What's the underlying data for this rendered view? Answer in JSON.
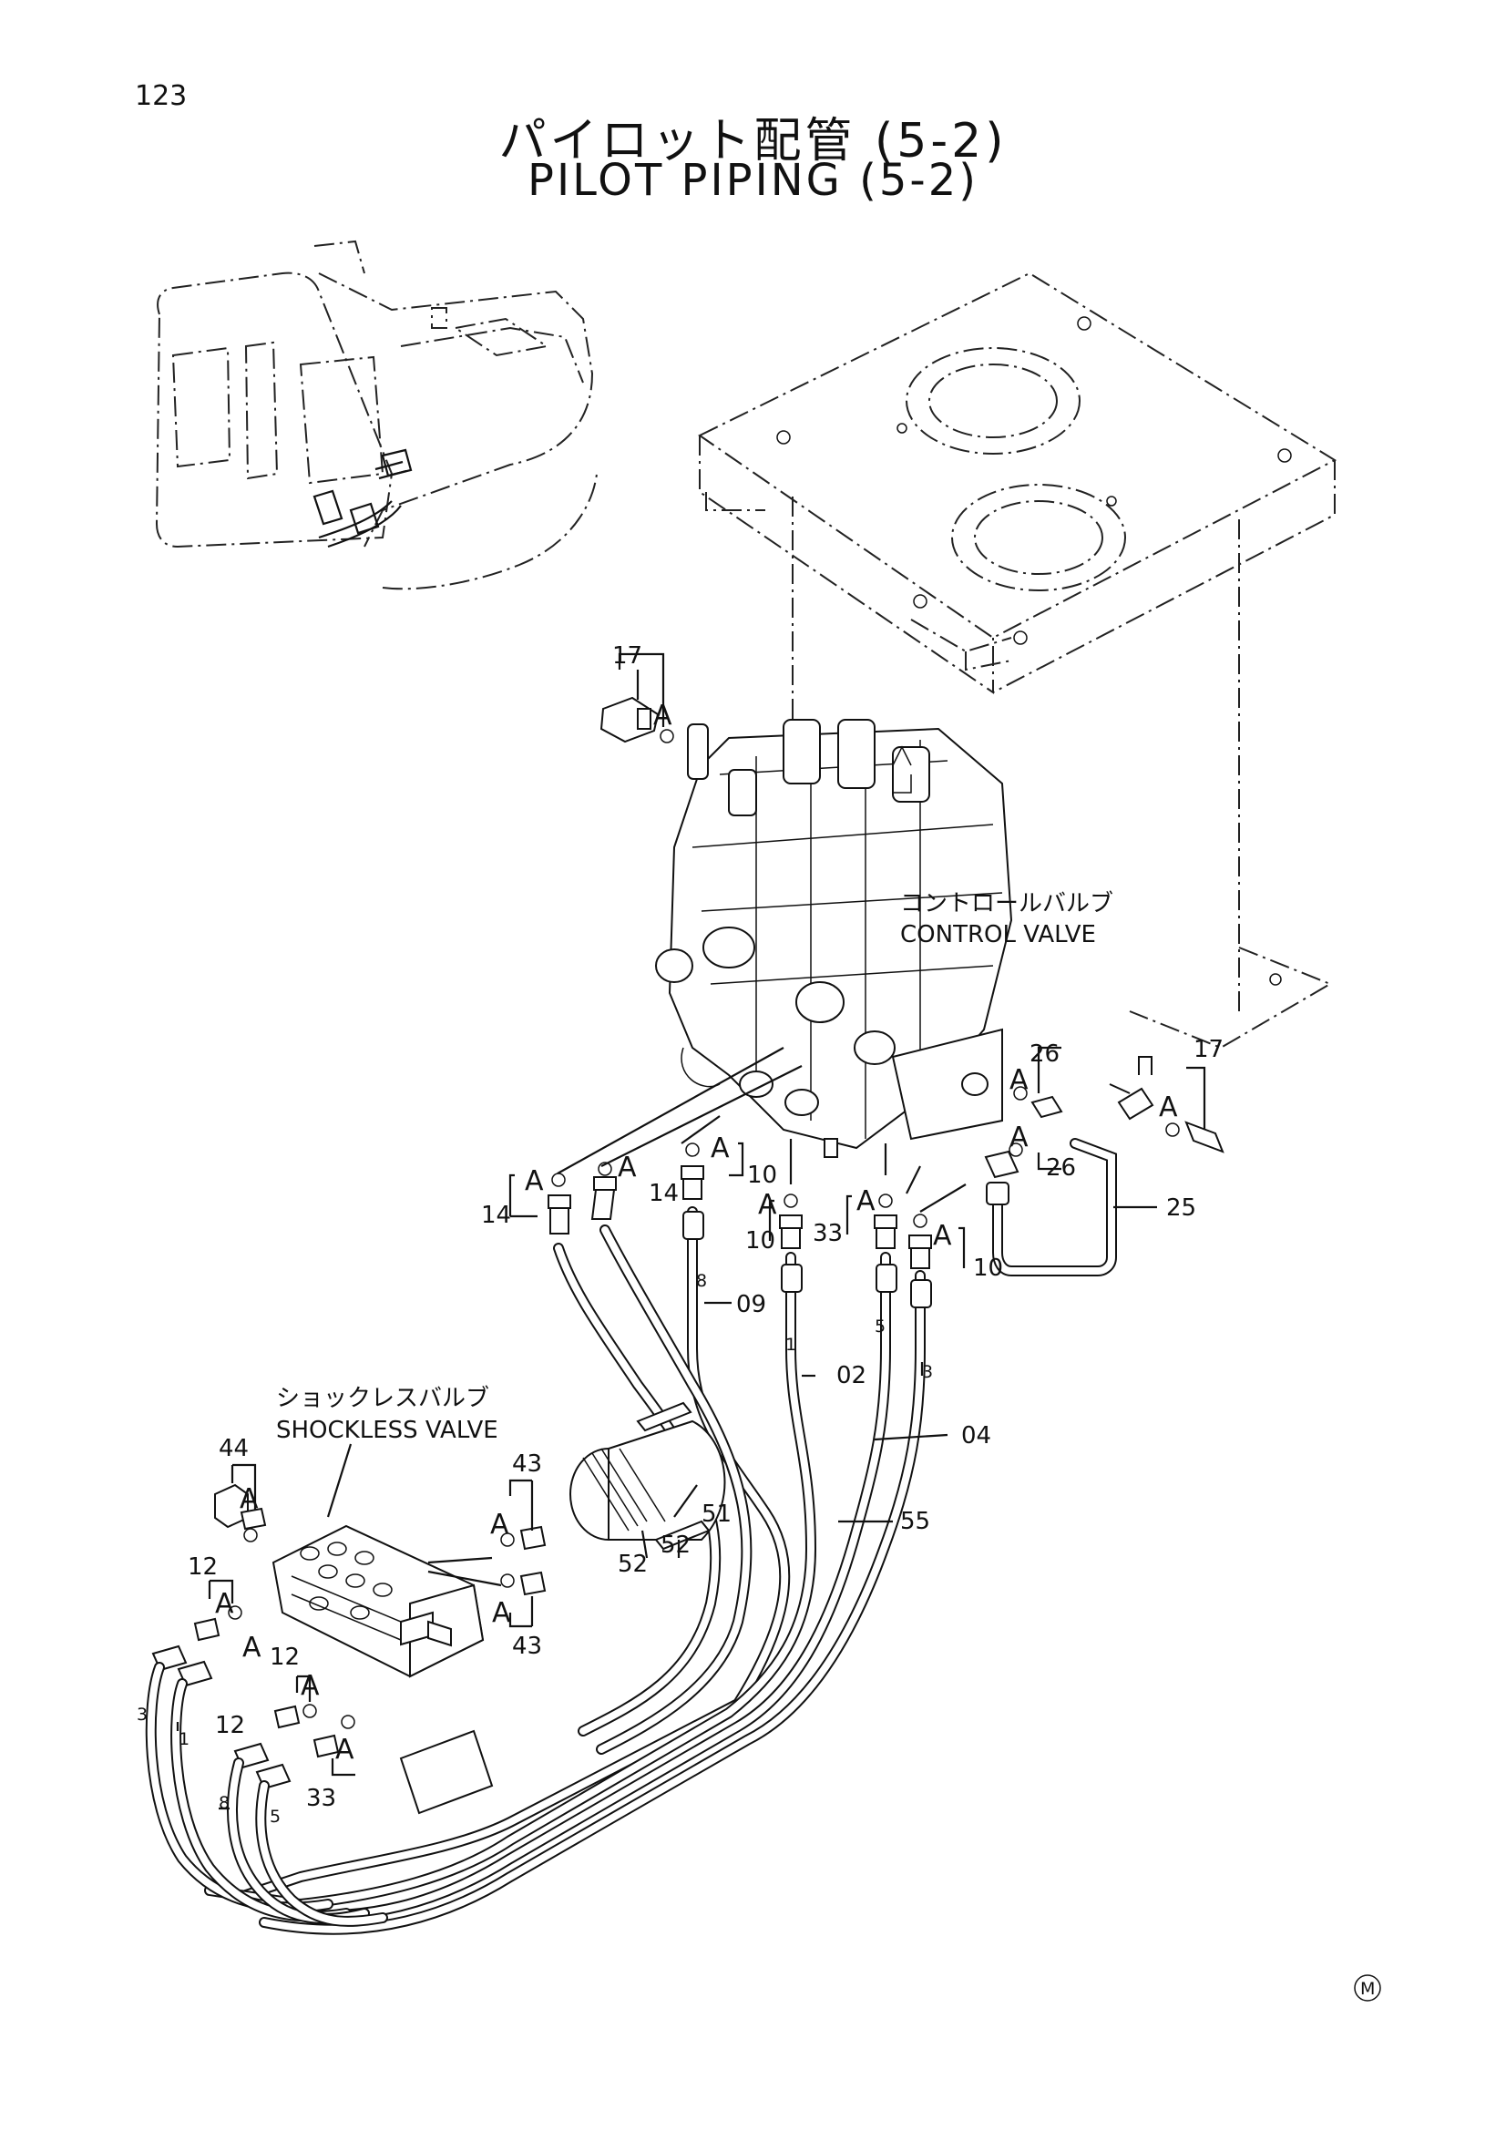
{
  "page_number": "123",
  "title_jp": "パイロット配管 (5-2)",
  "title_en": "PILOT PIPING (5-2)",
  "labels": {
    "control_valve_jp": "コントロールバルブ",
    "control_valve_en": "CONTROL VALVE",
    "shockless_valve_jp": "ショックレスバルブ",
    "shockless_valve_en": "SHOCKLESS VALVE",
    "mark": "M"
  },
  "callouts": {
    "p17a": "17",
    "p17b": "17",
    "p26a": "26",
    "p26b": "26",
    "p25": "25",
    "p14a": "14",
    "p14b": "14",
    "p10a": "10",
    "p10b": "10",
    "p10c": "10",
    "p33a": "33",
    "p33b": "33",
    "p09": "09",
    "p02": "02",
    "p04": "04",
    "p55": "55",
    "p51": "51",
    "p52a": "52",
    "p52b": "52",
    "p43a": "43",
    "p43b": "43",
    "p44": "44",
    "p12a": "12",
    "p12b": "12",
    "p12c": "12"
  },
  "o_ring_marker": "A",
  "hose_numbers": {
    "h8": "8",
    "h1": "1",
    "h5": "5",
    "h3": "3",
    "l3": "3",
    "l1": "1",
    "l8": "8",
    "l5": "5"
  }
}
